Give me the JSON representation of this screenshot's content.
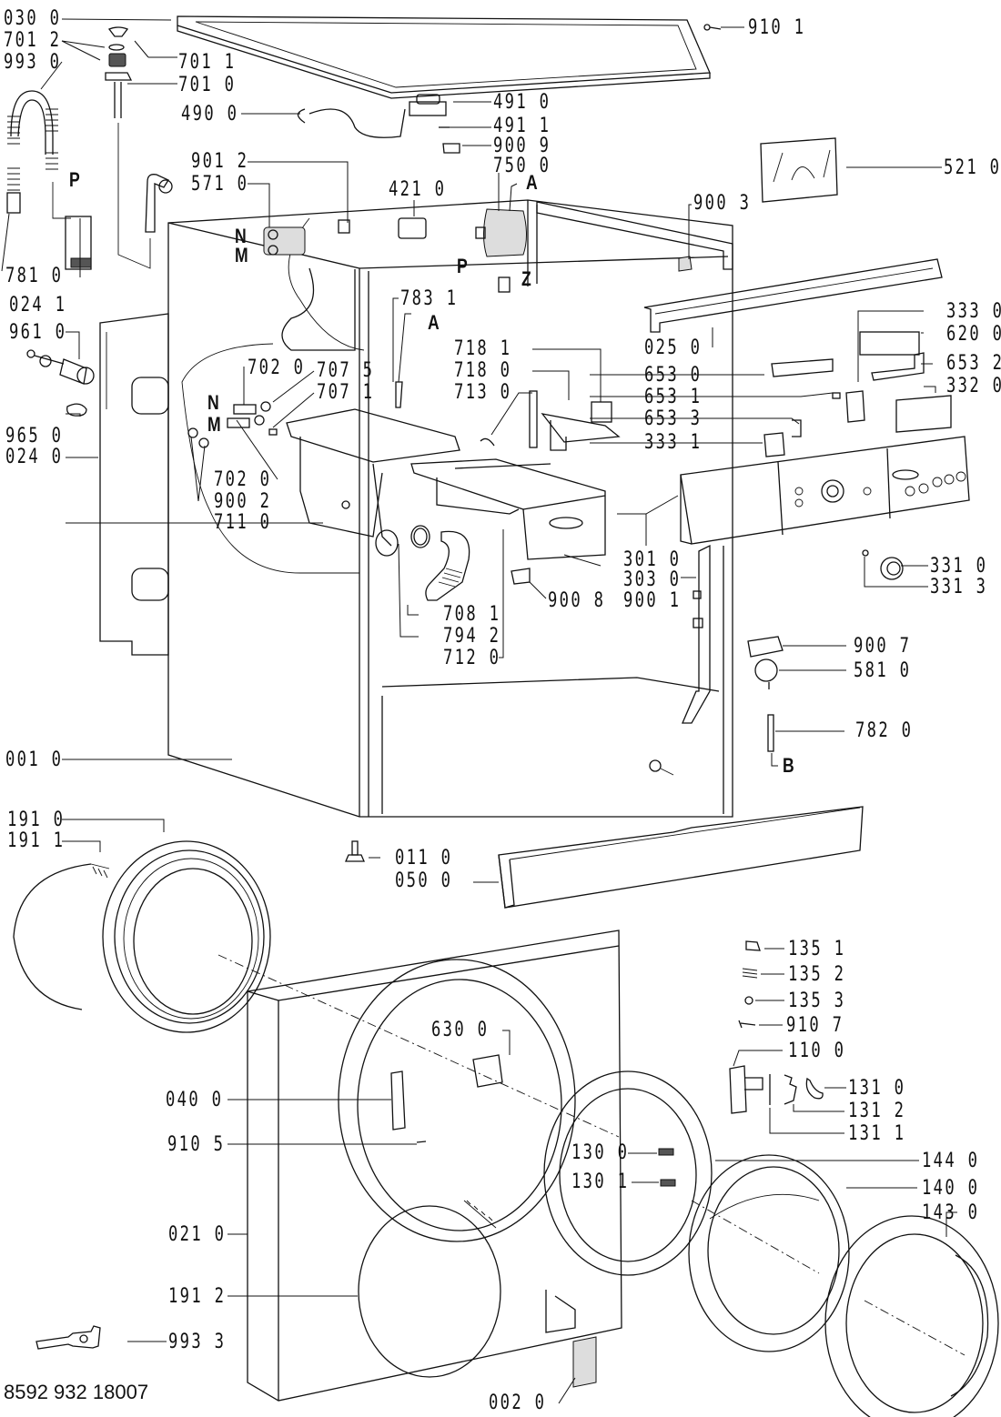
{
  "diagram": {
    "title": "Washing machine exploded parts diagram",
    "document_number": "8592 932 18007",
    "part_labels": [
      {
        "id": "030-0",
        "text": "030 0"
      },
      {
        "id": "701-2",
        "text": "701 2"
      },
      {
        "id": "993-0",
        "text": "993 0"
      },
      {
        "id": "701-1",
        "text": "701 1"
      },
      {
        "id": "701-0",
        "text": "701 0"
      },
      {
        "id": "490-0",
        "text": "490 0"
      },
      {
        "id": "491-0",
        "text": "491 0"
      },
      {
        "id": "491-1",
        "text": "491 1"
      },
      {
        "id": "900-9",
        "text": "900 9"
      },
      {
        "id": "750-0",
        "text": "750 0"
      },
      {
        "id": "910-1",
        "text": "910 1"
      },
      {
        "id": "521-0",
        "text": "521 0"
      },
      {
        "id": "901-2",
        "text": "901 2"
      },
      {
        "id": "571-0",
        "text": "571 0"
      },
      {
        "id": "421-0",
        "text": "421 0"
      },
      {
        "id": "900-3",
        "text": "900 3"
      },
      {
        "id": "781-0",
        "text": "781 0"
      },
      {
        "id": "024-1",
        "text": "024 1"
      },
      {
        "id": "783-1",
        "text": "783 1"
      },
      {
        "id": "025-0",
        "text": "025 0"
      },
      {
        "id": "333-0",
        "text": "333 0"
      },
      {
        "id": "620-0",
        "text": "620 0"
      },
      {
        "id": "961-0",
        "text": "961 0"
      },
      {
        "id": "702-0a",
        "text": "702 0"
      },
      {
        "id": "707-5",
        "text": "707 5"
      },
      {
        "id": "707-1",
        "text": "707 1"
      },
      {
        "id": "718-1",
        "text": "718 1"
      },
      {
        "id": "718-0",
        "text": "718 0"
      },
      {
        "id": "713-0",
        "text": "713 0"
      },
      {
        "id": "653-0",
        "text": "653 0"
      },
      {
        "id": "653-2",
        "text": "653 2"
      },
      {
        "id": "653-1",
        "text": "653 1"
      },
      {
        "id": "332-0",
        "text": "332 0"
      },
      {
        "id": "653-3",
        "text": "653 3"
      },
      {
        "id": "333-1",
        "text": "333 1"
      },
      {
        "id": "965-0",
        "text": "965 0"
      },
      {
        "id": "024-0",
        "text": "024 0"
      },
      {
        "id": "702-0b",
        "text": "702 0"
      },
      {
        "id": "900-2",
        "text": "900 2"
      },
      {
        "id": "711-0",
        "text": "711 0"
      },
      {
        "id": "301-0",
        "text": "301 0"
      },
      {
        "id": "303-0",
        "text": "303 0"
      },
      {
        "id": "900-1",
        "text": "900 1"
      },
      {
        "id": "900-8",
        "text": "900 8"
      },
      {
        "id": "331-0",
        "text": "331 0"
      },
      {
        "id": "331-3",
        "text": "331 3"
      },
      {
        "id": "708-1",
        "text": "708 1"
      },
      {
        "id": "794-2",
        "text": "794 2"
      },
      {
        "id": "712-0",
        "text": "712 0"
      },
      {
        "id": "900-7",
        "text": "900 7"
      },
      {
        "id": "581-0",
        "text": "581 0"
      },
      {
        "id": "782-0",
        "text": "782 0"
      },
      {
        "id": "001-0",
        "text": "001 0"
      },
      {
        "id": "191-0",
        "text": "191 0"
      },
      {
        "id": "191-1",
        "text": "191 1"
      },
      {
        "id": "011-0",
        "text": "011 0"
      },
      {
        "id": "050-0",
        "text": "050 0"
      },
      {
        "id": "135-1",
        "text": "135 1"
      },
      {
        "id": "135-2",
        "text": "135 2"
      },
      {
        "id": "135-3",
        "text": "135 3"
      },
      {
        "id": "910-7",
        "text": "910 7"
      },
      {
        "id": "630-0",
        "text": "630 0"
      },
      {
        "id": "110-0",
        "text": "110 0"
      },
      {
        "id": "040-0",
        "text": "040 0"
      },
      {
        "id": "131-0",
        "text": "131 0"
      },
      {
        "id": "131-2",
        "text": "131 2"
      },
      {
        "id": "131-1",
        "text": "131 1"
      },
      {
        "id": "910-5",
        "text": "910 5"
      },
      {
        "id": "130-0",
        "text": "130 0"
      },
      {
        "id": "144-0",
        "text": "144 0"
      },
      {
        "id": "130-1",
        "text": "130 1"
      },
      {
        "id": "140-0",
        "text": "140 0"
      },
      {
        "id": "021-0",
        "text": "021 0"
      },
      {
        "id": "143-0",
        "text": "143 0"
      },
      {
        "id": "191-2",
        "text": "191 2"
      },
      {
        "id": "993-3",
        "text": "993 3"
      },
      {
        "id": "002-0",
        "text": "002 0"
      }
    ],
    "connection_letters": {
      "p_hose": "P",
      "n_valve": "N",
      "m_valve": "M",
      "a_top": "A",
      "p_bottom": "P",
      "z": "Z",
      "a_dispenser": "A",
      "n_dispenser": "N",
      "m_dispenser": "M",
      "b": "B"
    }
  }
}
